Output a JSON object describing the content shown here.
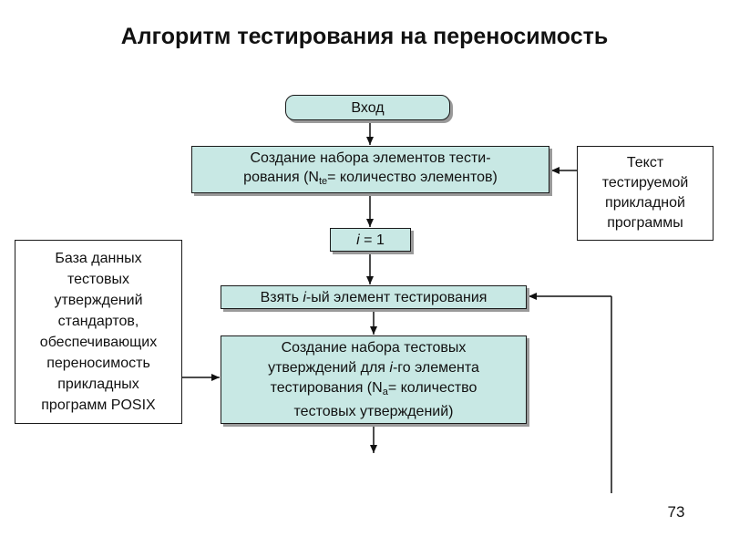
{
  "title": "Алгоритм тестирования на переносимость",
  "nodes": {
    "entry": "Вход",
    "create_set": {
      "line1": "Создание набора элементов тести-",
      "line2_pre": "рования (N",
      "line2_sub": "te",
      "line2_post": "= количество элементов)"
    },
    "i_equals": {
      "var": "i",
      "rest": " = 1"
    },
    "take_element": {
      "pre": "Взять ",
      "var": "i",
      "post": "-ый элемент тестирования"
    },
    "create_assertions": {
      "line1": "Создание набора тестовых",
      "line2_pre": "утверждений для ",
      "line2_var": "i",
      "line2_post": "-го элемента",
      "line3_pre": "тестирования (N",
      "line3_sub": "a",
      "line3_post": "= количество",
      "line4": "тестовых утверждений)"
    },
    "program_text": [
      "Текст",
      "тестируемой",
      "прикладной",
      "программы"
    ],
    "database": [
      "База данных",
      "тестовых",
      "утверждений",
      "стандартов,",
      "обеспечивающих",
      "переносимость",
      "прикладных",
      "программ POSIX"
    ]
  },
  "page_number": "73"
}
